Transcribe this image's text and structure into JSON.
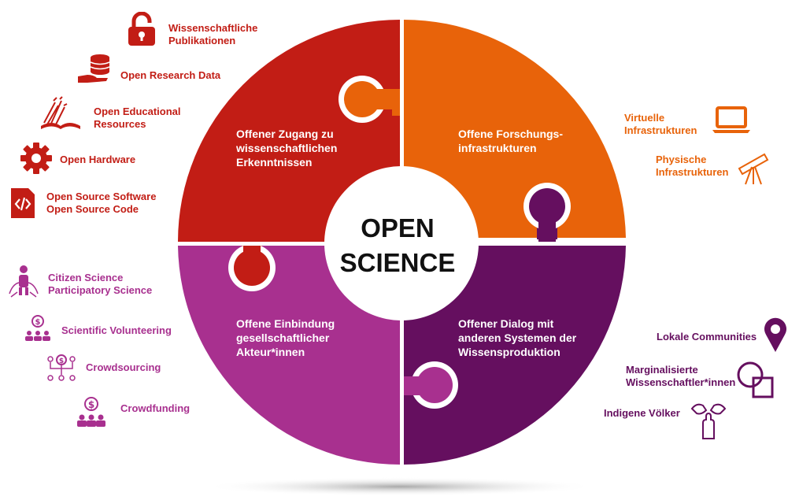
{
  "title_lines": [
    "OPEN",
    "SCIENCE"
  ],
  "colors": {
    "red": "#c21d15",
    "orange": "#e8630a",
    "magenta": "#a8308f",
    "purple": "#650f5f"
  },
  "quadrants": {
    "top_left": {
      "lines": [
        "Offener Zugang zu",
        "wissenschaftlichen",
        "Erkenntnissen"
      ]
    },
    "top_right": {
      "lines": [
        "Offene Forschungs-",
        "infrastrukturen"
      ]
    },
    "bottom_left": {
      "lines": [
        "Offene Einbindung",
        "gesellschaftlicher",
        "Akteur*innen"
      ]
    },
    "bottom_right": {
      "lines": [
        "Offener Dialog mit",
        "anderen Systemen der",
        "Wissensproduktion"
      ]
    }
  },
  "left_red_items": [
    {
      "icon": "padlock-icon",
      "lines": [
        "Wissenschaftliche",
        "Publikationen"
      ]
    },
    {
      "icon": "database-hand-icon",
      "lines": [
        "Open Research Data"
      ]
    },
    {
      "icon": "open-book-icon",
      "lines": [
        "Open Educational",
        "Resources"
      ]
    },
    {
      "icon": "gear-icon",
      "lines": [
        "Open Hardware"
      ]
    },
    {
      "icon": "code-file-icon",
      "lines": [
        "Open Source Software",
        "Open Source Code"
      ]
    }
  ],
  "right_orange_items": [
    {
      "icon": "laptop-icon",
      "lines": [
        "Virtuelle",
        "Infrastrukturen"
      ]
    },
    {
      "icon": "telescope-icon",
      "lines": [
        "Physische",
        "Infrastrukturen"
      ]
    }
  ],
  "left_magenta_items": [
    {
      "icon": "person-network-icon",
      "lines": [
        "Citizen Science",
        "Participatory Science"
      ]
    },
    {
      "icon": "volunteer-group-icon",
      "lines": [
        "Scientific Volunteering"
      ]
    },
    {
      "icon": "crowd-idea-icon",
      "lines": [
        "Crowdsourcing"
      ]
    },
    {
      "icon": "crowd-dollar-icon",
      "lines": [
        "Crowdfunding"
      ]
    }
  ],
  "right_purple_items": [
    {
      "icon": "location-pin-icon",
      "lines": [
        "Lokale Communities"
      ]
    },
    {
      "icon": "overlap-shapes-icon",
      "lines": [
        "Marginalisierte",
        "Wissenschaftler*innen"
      ]
    },
    {
      "icon": "hands-icon",
      "lines": [
        "Indigene Völker"
      ]
    }
  ]
}
